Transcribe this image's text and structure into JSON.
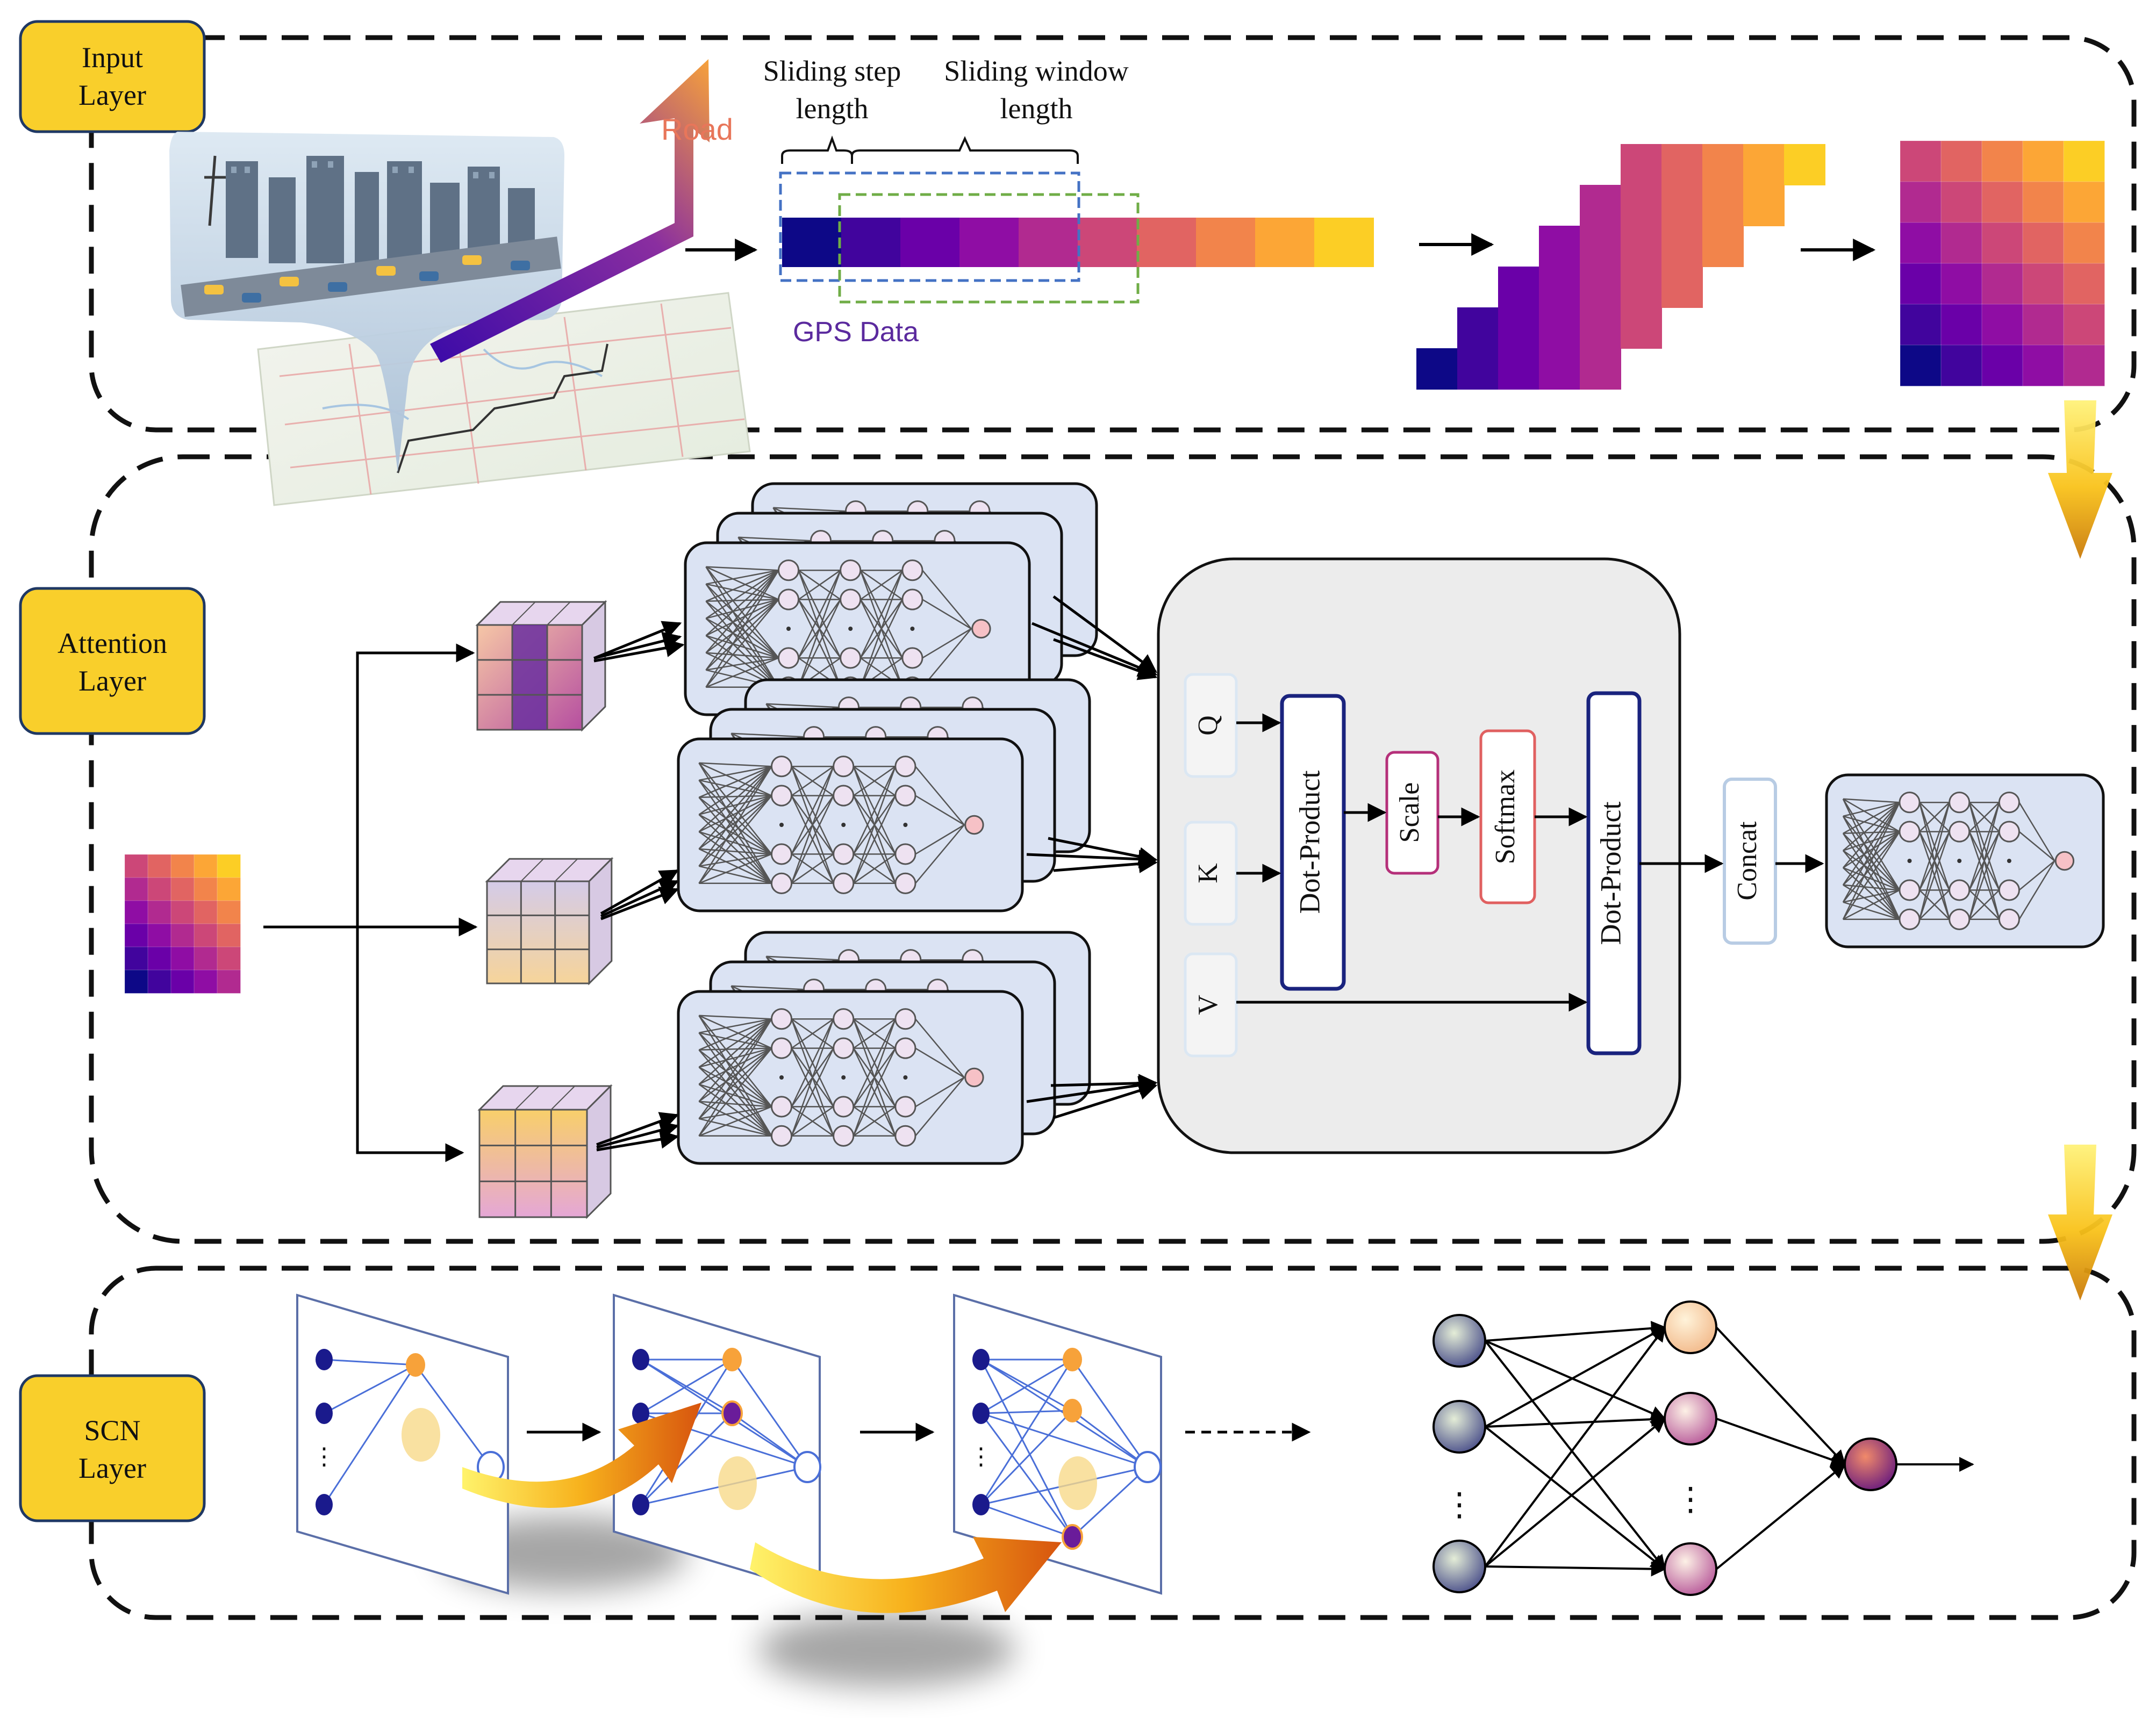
{
  "layers": {
    "input": {
      "line1": "Input",
      "line2": "Layer"
    },
    "attention": {
      "line1": "Attention",
      "line2": "Layer"
    },
    "scn": {
      "line1": "SCN",
      "line2": "Layer"
    }
  },
  "input_section": {
    "road_label": "Road",
    "gps_label": "GPS Data",
    "sliding_step_line1": "Sliding step",
    "sliding_step_line2": "length",
    "sliding_window_line1": "Sliding window",
    "sliding_window_line2": "length"
  },
  "attention_block": {
    "q": "Q",
    "k": "K",
    "v": "V",
    "dot_product_1": "Dot-Product",
    "scale": "Scale",
    "softmax": "Softmax",
    "dot_product_2": "Dot-Product",
    "concat": "Concat"
  },
  "colors": {
    "layer_box_fill": "#f9cf2b",
    "layer_box_stroke": "#1f3864",
    "plasma": [
      "#0d0887",
      "#41049d",
      "#6a00a8",
      "#8f0da4",
      "#b12a90",
      "#cc4778",
      "#e16462",
      "#f2844b",
      "#fca636",
      "#fcce25"
    ],
    "net_card_fill": "#dbe3f3",
    "attention_panel_fill": "#ececec",
    "dot_product_stroke": "#1a237e",
    "scale_stroke": "#b5307a",
    "softmax_stroke": "#e06060",
    "concat_stroke": "#b8cce4",
    "qkv_stroke": "#dbe7f3",
    "gps_label_color": "#5b2a9e",
    "road_label_color": "#e8765a",
    "window_step_stroke": "#4472c4",
    "window_stroke": "#70ad47"
  },
  "icons": [
    "city-traffic-illustration",
    "route-map",
    "road-arrow",
    "yellow-down-arrow",
    "neural-network-icon",
    "feature-cube",
    "orange-flow-arrow"
  ]
}
